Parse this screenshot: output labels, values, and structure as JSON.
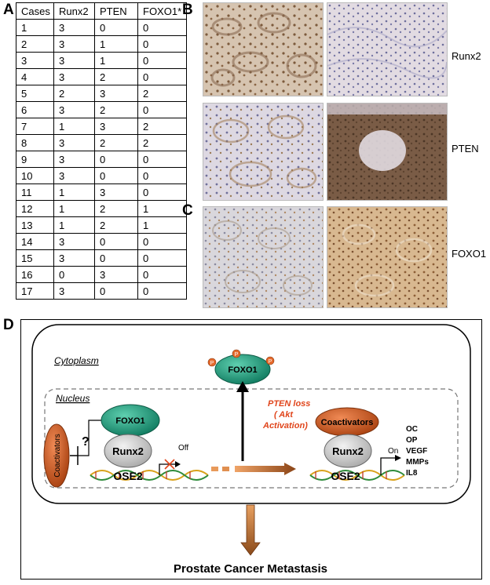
{
  "panels": {
    "a": "A",
    "b": "B",
    "c": "C",
    "d": "D"
  },
  "table": {
    "headers": [
      "Cases",
      "Runx2",
      "PTEN",
      "FOXO1*"
    ],
    "rows": [
      [
        "1",
        "3",
        "0",
        "0"
      ],
      [
        "2",
        "3",
        "1",
        "0"
      ],
      [
        "3",
        "3",
        "1",
        "0"
      ],
      [
        "4",
        "3",
        "2",
        "0"
      ],
      [
        "5",
        "2",
        "3",
        "2"
      ],
      [
        "6",
        "3",
        "2",
        "0"
      ],
      [
        "7",
        "1",
        "3",
        "2"
      ],
      [
        "8",
        "3",
        "2",
        "2"
      ],
      [
        "9",
        "3",
        "0",
        "0"
      ],
      [
        "10",
        "3",
        "0",
        "0"
      ],
      [
        "11",
        "1",
        "3",
        "0"
      ],
      [
        "12",
        "1",
        "2",
        "1"
      ],
      [
        "13",
        "1",
        "2",
        "1"
      ],
      [
        "14",
        "3",
        "0",
        "0"
      ],
      [
        "15",
        "3",
        "0",
        "0"
      ],
      [
        "16",
        "0",
        "3",
        "0"
      ],
      [
        "17",
        "3",
        "0",
        "0"
      ]
    ]
  },
  "stain_labels": {
    "runx2": "Runx2",
    "pten": "PTEN",
    "foxo1": "FOXO1"
  },
  "diagram": {
    "cytoplasm": "Cytoplasm",
    "nucleus": "Nucleus",
    "foxo1": "FOXO1",
    "phospho": "P",
    "runx2": "Runx2",
    "ose2": "OSE2",
    "coactivators": "Coactivators",
    "question": "?",
    "off": "Off",
    "on": "On",
    "pten_loss_line1": "PTEN loss",
    "pten_loss_line2": "( Akt",
    "pten_loss_line3": "Activation)",
    "targets": [
      "OC",
      "OP",
      "VEGF",
      "MMPs",
      "IL8"
    ],
    "outcome": "Prostate Cancer Metastasis"
  },
  "colors": {
    "teal": "#1f9a7d",
    "orange": "#c5521f",
    "gray": "#c8c8c8",
    "pten_red": "#e0451b",
    "arrow_brown": "#a0561e"
  }
}
